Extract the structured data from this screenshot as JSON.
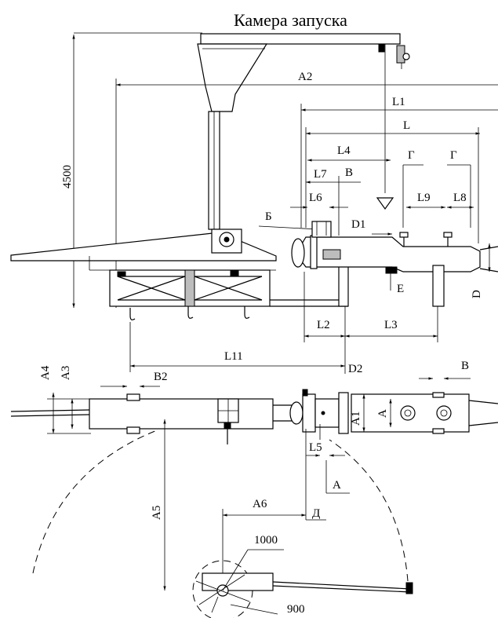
{
  "title": "Камера запуска",
  "labels": {
    "A2": "A2",
    "L1": "L1",
    "L": "L",
    "L4": "L4",
    "L7": "L7",
    "V_top": "В",
    "G1": "Г",
    "G2": "Г",
    "L6": "L6",
    "L9": "L9",
    "L8": "L8",
    "B_cyr": "Б",
    "D1": "D1",
    "E": "Е",
    "D": "D",
    "L2": "L2",
    "L3": "L3",
    "L11": "L11",
    "A4": "A4",
    "A3": "A3",
    "B2": "B2",
    "D2": "D2",
    "V_right": "В",
    "A1": "A1",
    "A": "A",
    "L5": "L5",
    "A_lower": "A",
    "A5": "A5",
    "A6": "A6",
    "D_cyr": "Д",
    "r1000": "1000",
    "r900": "900",
    "h4500": "4500"
  }
}
